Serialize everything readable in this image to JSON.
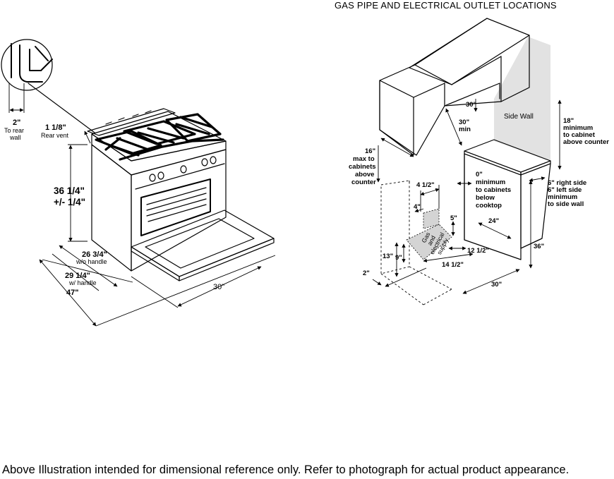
{
  "title": "GAS PIPE AND ELECTRICAL OUTLET LOCATIONS",
  "footer": "Above Illustration intended for dimensional reference only. Refer to photograph for actual product appearance.",
  "range": {
    "rear_wall_value": "2\"",
    "rear_wall_line1": "To rear",
    "rear_wall_line2": "wall",
    "vent_value": "1 1/8\"",
    "vent_label": "Rear vent",
    "height_value": "36 1/4\"",
    "height_tolerance": "+/- 1/4\"",
    "depth_no_handle_value": "26 3/4\"",
    "depth_no_handle_label": "w/o handle",
    "depth_handle_value": "29 1/4\"",
    "depth_handle_label": "w/ handle",
    "depth_open_value": "47\"",
    "width_value": "30\""
  },
  "install": {
    "hood_height": "30\"",
    "cab_clear_value": "30\"",
    "cab_clear_label": "min",
    "side_wall_label": "Side Wall",
    "above_counter_value": "18\"",
    "above_counter_line1": "minimum",
    "above_counter_line2": "to cabinet",
    "above_counter_line3": "above counter",
    "max_cab_value": "16\"",
    "max_cab_line1": "max to",
    "max_cab_line2": "cabinets",
    "max_cab_line3": "above",
    "max_cab_line4": "counter",
    "below_value": "0\"",
    "below_line1": "minimum",
    "below_line2": "to cabinets",
    "below_line3": "below",
    "below_line4": "cooktop",
    "side_right": "6\" right side",
    "side_left": "6\" left side",
    "side_line3": "minimum",
    "side_line4": "to side wall",
    "supply_width": "4 1/2\"",
    "supply_offset": "4\"",
    "supply_from_floor": "5\"",
    "counter_depth": "24\"",
    "counter_height": "36\"",
    "zone_height": "13\"",
    "zone_inner": "9\"",
    "zone_edge": "2\"",
    "zone_pos_a": "12 1/2\"",
    "zone_pos_b": "14 1/2\"",
    "opening_width": "30\"",
    "supply_line1": "Gas",
    "supply_line2": "and",
    "supply_line3": "electrical",
    "supply_line4": "supply"
  }
}
